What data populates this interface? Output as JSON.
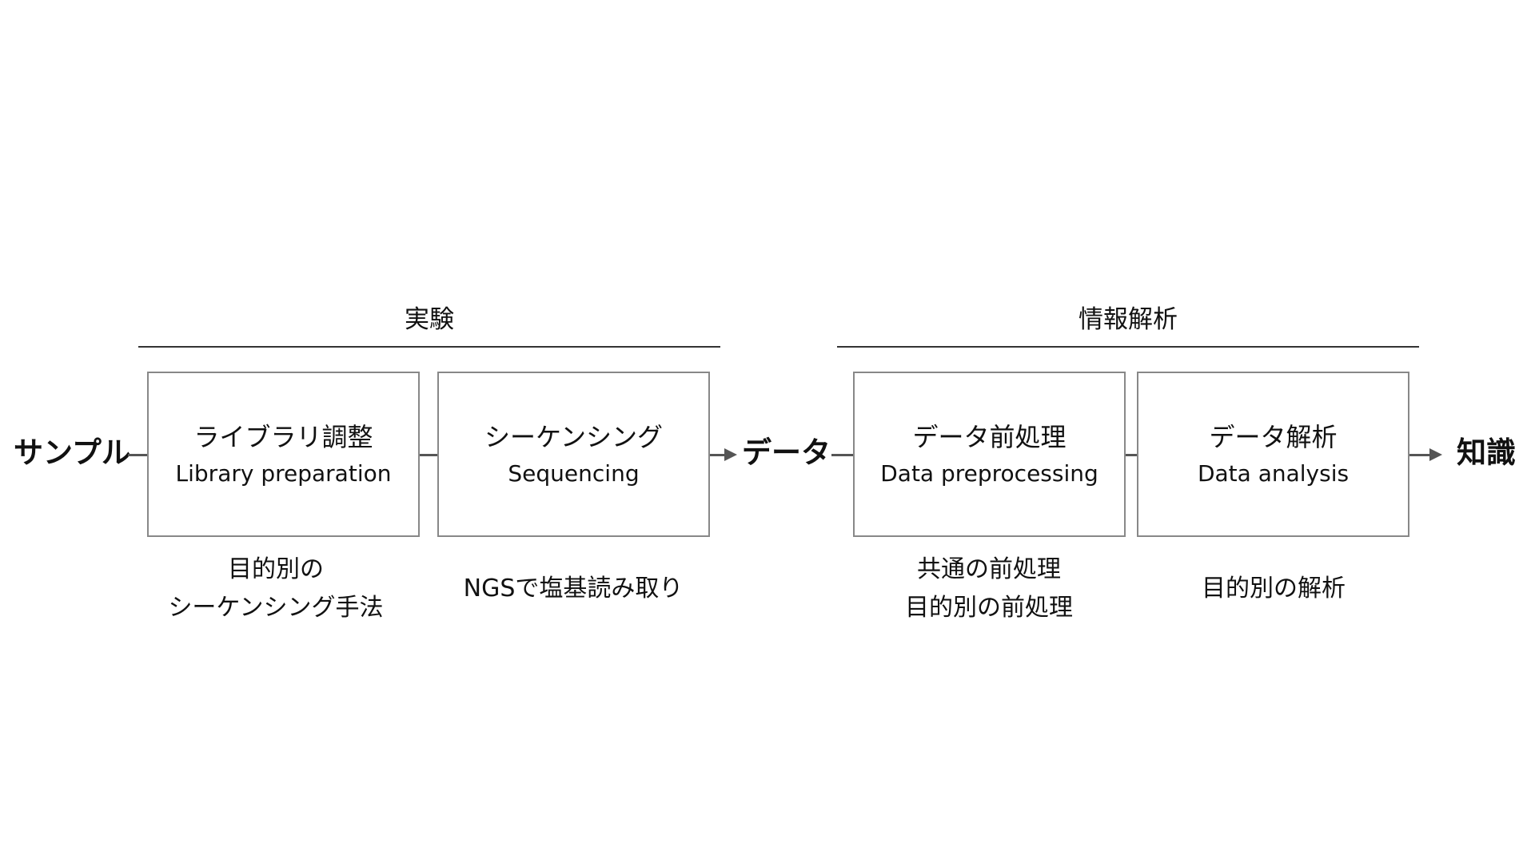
{
  "groups": {
    "experiment": {
      "label": "実験"
    },
    "analysis": {
      "label": "情報解析"
    }
  },
  "nodes": {
    "sample": "サンプル",
    "data": "データ",
    "knowledge": "知識"
  },
  "steps": [
    {
      "title": "ライブラリ調整",
      "subtitle": "Library preparation",
      "description": [
        "目的別の",
        "シーケンシング手法"
      ]
    },
    {
      "title": "シーケンシング",
      "subtitle": "Sequencing",
      "description": [
        "NGSで塩基読み取り"
      ]
    },
    {
      "title": "データ前処理",
      "subtitle": "Data preprocessing",
      "description": [
        "共通の前処理",
        "目的別の前処理"
      ]
    },
    {
      "title": "データ解析",
      "subtitle": "Data analysis",
      "description": [
        "目的別の解析"
      ]
    }
  ],
  "colors": {
    "line": "#333333",
    "box_border": "#888888",
    "connector": "#555555",
    "text": "#111111"
  }
}
